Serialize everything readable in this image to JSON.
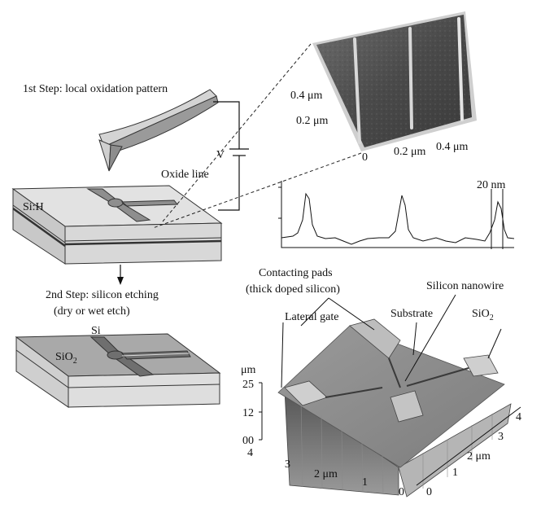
{
  "step1": {
    "title": "1st Step: local oxidation pattern"
  },
  "voltage_label": "V",
  "oxide_line_label": "Oxide line",
  "wafer1": {
    "material": "Si:H"
  },
  "step2": {
    "line1": "2nd Step: silicon etching",
    "line2": "(dry or wet etch)"
  },
  "wafer2": {
    "si_label": "Si",
    "oxide_base": "SiO",
    "oxide_sub": "2"
  },
  "afm_image": {
    "y_ticks": [
      "0.4 μm",
      "0.2 μm"
    ],
    "x_ticks": [
      "0",
      "0.2 μm",
      "0.4 μm"
    ]
  },
  "profile": {
    "width_label": "20 nm"
  },
  "device_3d": {
    "labels": {
      "contacting_pads_line1": "Contacting pads",
      "contacting_pads_line2": "(thick doped silicon)",
      "silicon_nanowire": "Silicon nanowire",
      "lateral_gate": "Lateral gate",
      "substrate": "Substrate",
      "sio2_base": "SiO",
      "sio2_sub": "2"
    },
    "z_axis": {
      "unit": "μm",
      "ticks": [
        "25",
        "12",
        "00"
      ]
    },
    "left_axis": {
      "ticks": [
        "4",
        "3",
        "2 μm",
        "1",
        "0"
      ]
    },
    "right_axis": {
      "ticks": [
        "0",
        "1",
        "2 μm",
        "3",
        "4"
      ]
    }
  }
}
